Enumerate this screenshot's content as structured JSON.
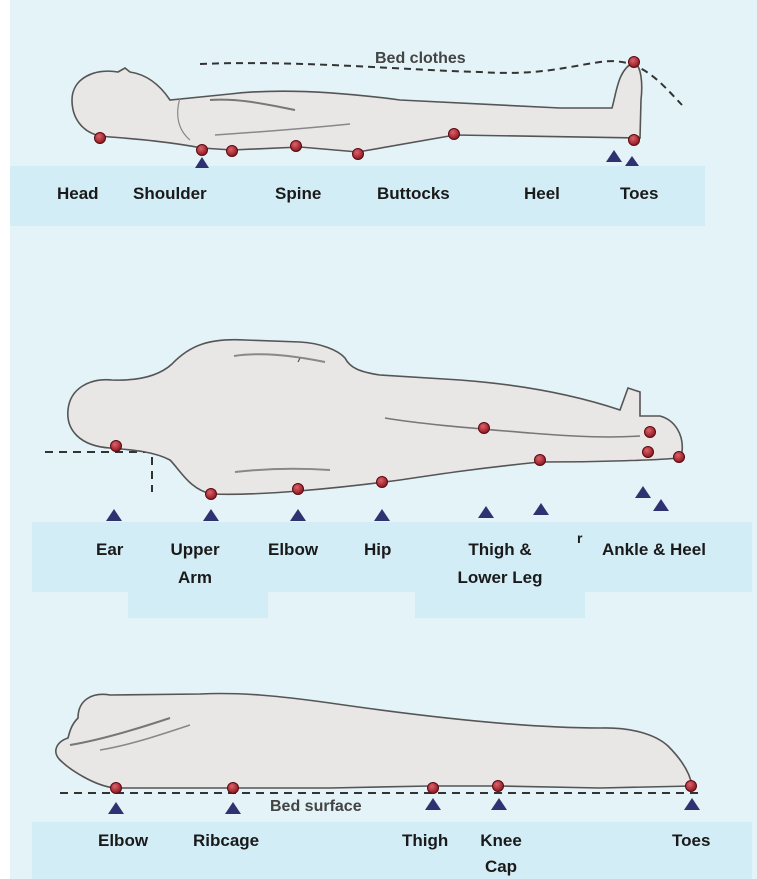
{
  "colors": {
    "background": "#e4f3f8",
    "label_band": "#d3edf6",
    "body_fill": "#e9e6e6",
    "body_outline": "#555555",
    "pressure_point": "#b0202a",
    "marker": "#2e3270"
  },
  "supine": {
    "annotation": "Bed clothes",
    "labels": [
      "Head",
      "Shoulder",
      "Spine",
      "Buttocks",
      "Heel",
      "Toes"
    ]
  },
  "lateral": {
    "labels": {
      "ear": "Ear",
      "upper_arm_1": "Upper",
      "upper_arm_2": "Arm",
      "elbow": "Elbow",
      "hip": "Hip",
      "thigh_1": "Thigh &",
      "thigh_2": "Lower Leg",
      "ankle": "Ankle & Heel"
    },
    "stray_mark": "r"
  },
  "prone": {
    "annotation": "Bed surface",
    "labels": {
      "elbow": "Elbow",
      "ribcage": "Ribcage",
      "thigh": "Thigh",
      "knee_1": "Knee",
      "knee_2": "Cap",
      "toes": "Toes"
    }
  }
}
